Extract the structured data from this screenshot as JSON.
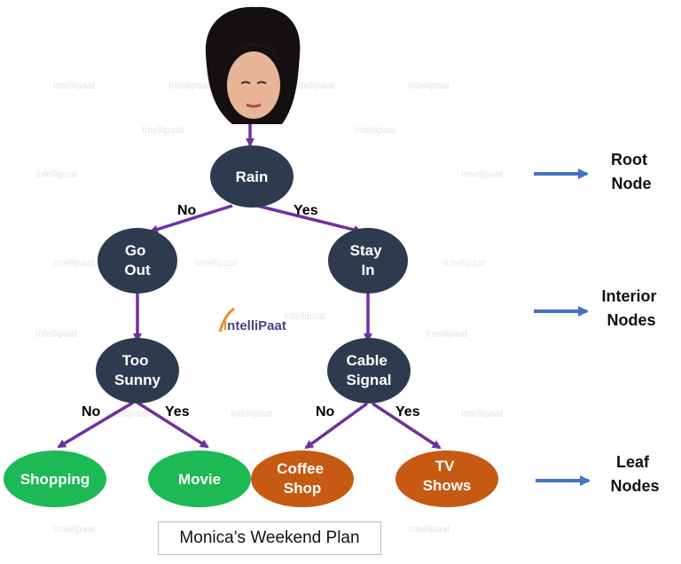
{
  "colors": {
    "interior_node": "#2e3a4e",
    "leaf_green": "#1db954",
    "leaf_orange": "#c65a12",
    "edge": "#7030a0",
    "side_arrow": "#4472c4",
    "logo_orange": "#f08a24",
    "logo_purple": "#4a3f8f"
  },
  "nodes": {
    "rain": "Rain",
    "go_out": [
      "Go",
      "Out"
    ],
    "stay_in": [
      "Stay",
      "In"
    ],
    "too_sunny": [
      "Too",
      "Sunny"
    ],
    "cable_signal": [
      "Cable",
      "Signal"
    ],
    "shopping": "Shopping",
    "movie": "Movie",
    "coffee_shop": [
      "Coffee",
      "Shop"
    ],
    "tv_shows": [
      "TV",
      "Shows"
    ]
  },
  "edge_labels": {
    "rain_no": "No",
    "rain_yes": "Yes",
    "sunny_no": "No",
    "sunny_yes": "Yes",
    "cable_no": "No",
    "cable_yes": "Yes"
  },
  "side_labels": {
    "root": [
      "Root",
      "Node"
    ],
    "interior": [
      "Interior",
      "Nodes"
    ],
    "leaf": [
      "Leaf",
      "Nodes"
    ]
  },
  "logo": {
    "first": "I",
    "rest": "ntelliPaat"
  },
  "watermark": "Intellipaat",
  "caption": "Monica’s Weekend Plan",
  "icons": {
    "root_image": "woman-portrait-icon"
  }
}
